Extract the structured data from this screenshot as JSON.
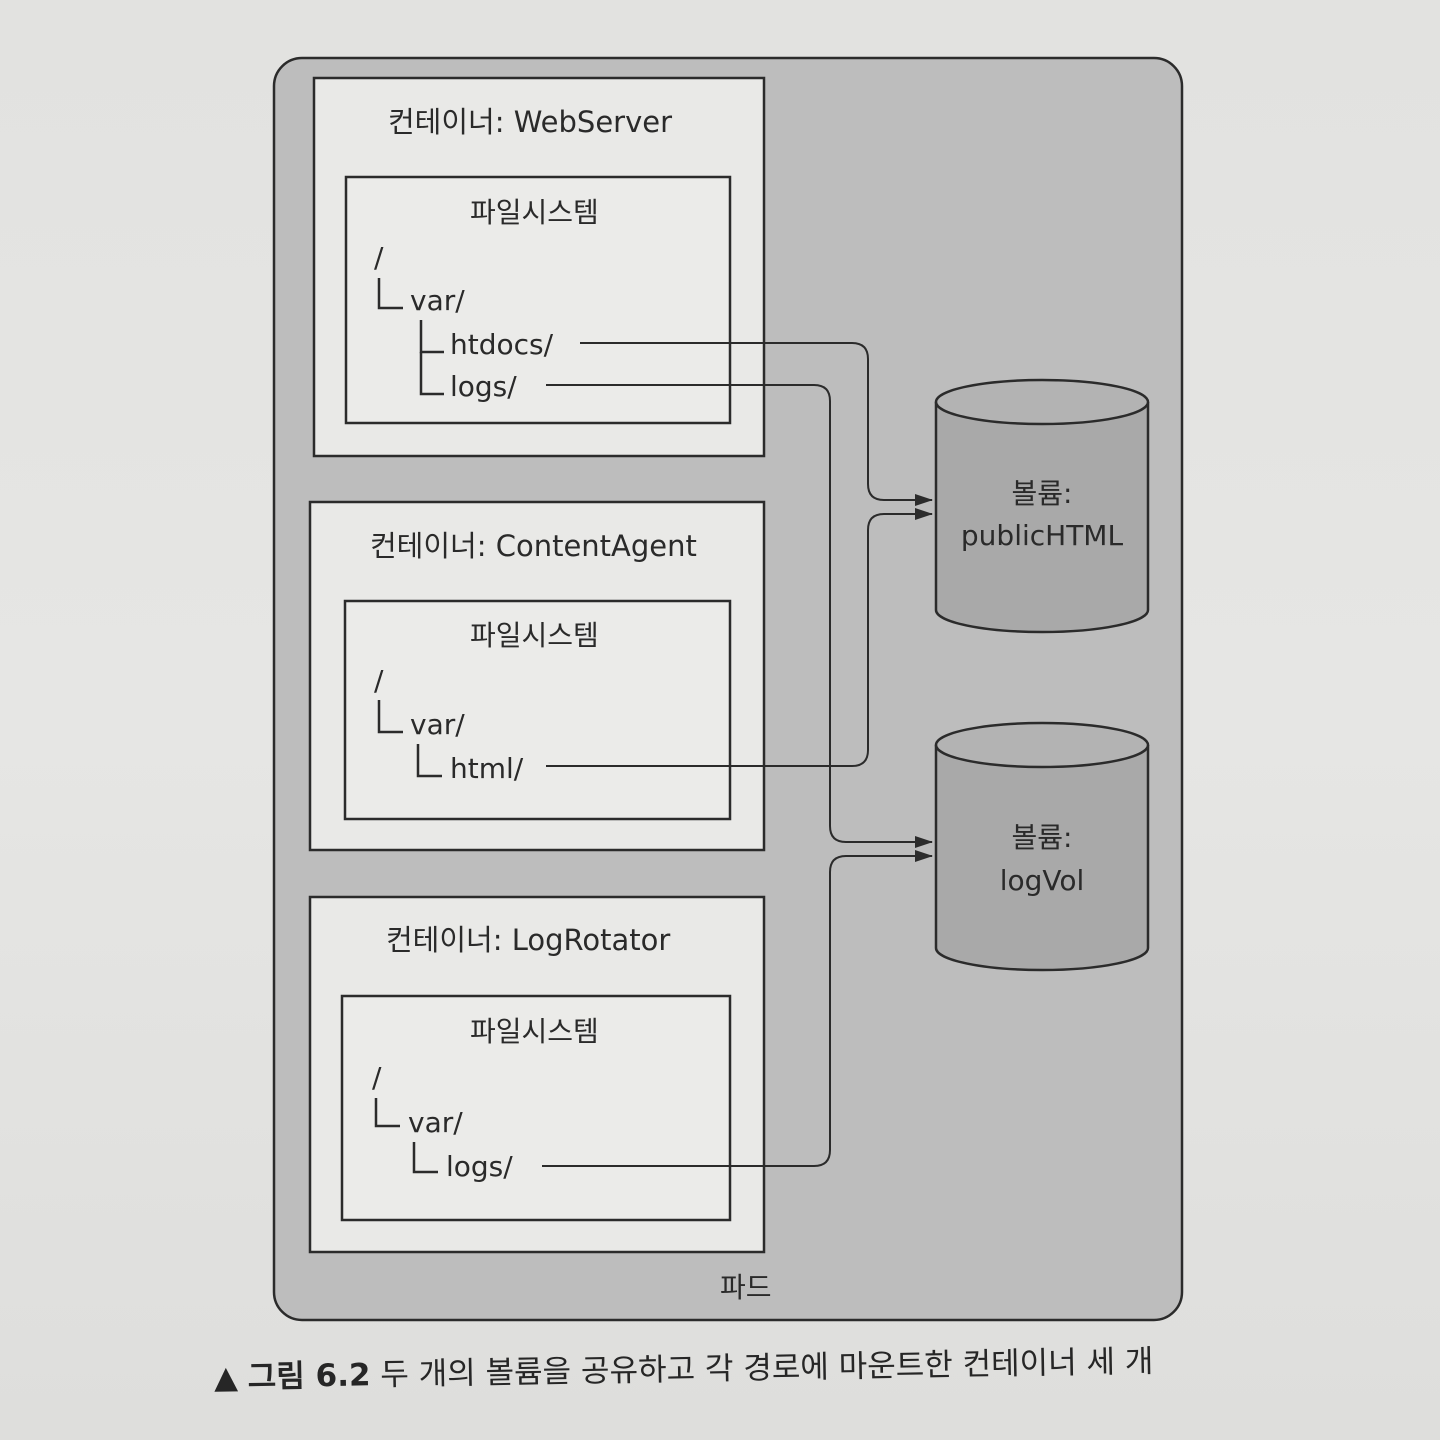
{
  "pod": {
    "label": "파드"
  },
  "containers": [
    {
      "title": "컨테이너: WebServer",
      "fs_title": "파일시스템",
      "tree": [
        "/",
        "var/",
        "htdocs/",
        "logs/"
      ]
    },
    {
      "title": "컨테이너: ContentAgent",
      "fs_title": "파일시스템",
      "tree": [
        "/",
        "var/",
        "html/"
      ]
    },
    {
      "title": "컨테이너: LogRotator",
      "fs_title": "파일시스템",
      "tree": [
        "/",
        "var/",
        "logs/"
      ]
    }
  ],
  "volumes": [
    {
      "line1": "볼륨:",
      "line2": "publicHTML"
    },
    {
      "line1": "볼륨:",
      "line2": "logVol"
    }
  ],
  "caption": {
    "marker": "▲",
    "label": "그림 6.2",
    "text": "두 개의 볼륨을 공유하고 각 경로에 마운트한 컨테이너 세 개"
  },
  "colors": {
    "pod_fill": "#bdbdbd",
    "box_fill": "#e9e9e7",
    "volume_fill": "#a9a9a9",
    "stroke": "#2b2b2b"
  }
}
